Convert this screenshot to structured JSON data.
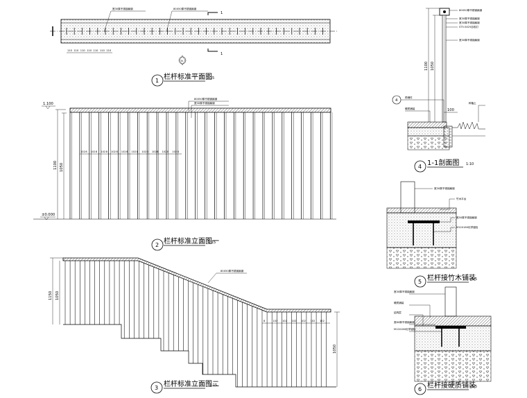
{
  "views": [
    {
      "id": "1",
      "title": "栏杆标准平面图",
      "scale": "1:15"
    },
    {
      "id": "2",
      "title": "栏杆标准立面图一",
      "scale": "1:15"
    },
    {
      "id": "3",
      "title": "栏杆标准立面图二",
      "scale": "1:15"
    },
    {
      "id": "4",
      "title": "1-1剖面图",
      "scale": "1:10"
    },
    {
      "id": "5",
      "title": "栏杆接竹木铺装",
      "scale": "1:5"
    },
    {
      "id": "6",
      "title": "栏杆接硬质铺装",
      "scale": "1:5"
    }
  ],
  "plan": {
    "notes": [
      "宽30厚不锈钢扁钢",
      "80X50厚不锈钢扁钢"
    ],
    "section_mark": "1",
    "spacing_labels": [
      "110",
      "110",
      "110",
      "110",
      "110",
      "110",
      "110"
    ],
    "north": "N"
  },
  "elev1": {
    "notes": [
      "80X50厚不锈钢扁钢",
      "宽30厚不锈钢扁钢"
    ],
    "level_top": "1.100",
    "level_base": "±0.000",
    "dims_left": [
      "1100",
      "1050"
    ],
    "spacing_labels": [
      "102",
      "8",
      "102",
      "8",
      "102",
      "8",
      "102",
      "8",
      "102",
      "8",
      "102",
      "8",
      "102",
      "8",
      "102",
      "8",
      "102",
      "8",
      "102",
      "8"
    ]
  },
  "elev2": {
    "note": "80X50厚不锈钢扁钢",
    "dims_left": [
      "1150",
      "1050"
    ],
    "dims_right": [
      "1050"
    ],
    "spacing_labels": [
      "8",
      "102",
      "102",
      "102",
      "102",
      "102",
      "102"
    ]
  },
  "section": {
    "notes_top": [
      "80X50厚不锈钢扁钢",
      "宽30厚不锈钢扁钢",
      "宽30厚不锈钢扁钢",
      "ST5.5X25自攻钉",
      "宽30厚不锈钢扁钢"
    ],
    "dims": [
      "1100",
      "1050"
    ],
    "ground_notes": [
      "预埋件",
      "硬质铺装"
    ],
    "dim_bottom": "100",
    "plant_note": "种植土"
  },
  "detail5": {
    "notes": [
      "宽30厚不锈钢扁钢",
      "竹木平台",
      "宽50厚不锈钢扁钢",
      "M12X160化学锚栓"
    ]
  },
  "detail6": {
    "notes": [
      "宽30厚不锈钢扁钢",
      "硬质铺装",
      "结构层",
      "宽60厚不锈钢扁钢",
      "M12X160化学锚栓"
    ]
  }
}
